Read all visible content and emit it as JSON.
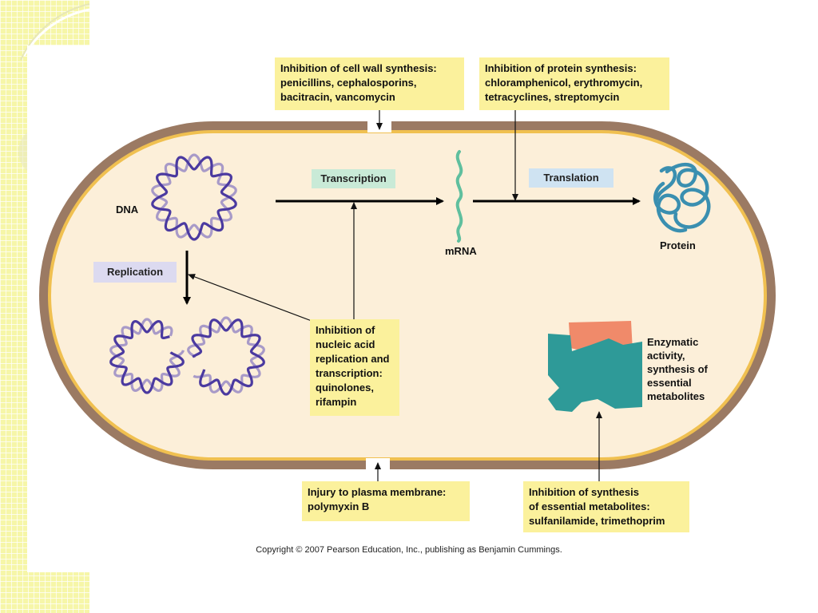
{
  "boxes": {
    "cell_wall": [
      "Inhibition of cell wall synthesis:",
      "penicillins, cephalosporins,",
      "bacitracin, vancomycin"
    ],
    "protein_synthesis": [
      "Inhibition of protein synthesis:",
      "chloramphenicol, erythromycin,",
      "tetracyclines, streptomycin"
    ],
    "nucleic_acid": [
      "Inhibition of",
      "nucleic acid",
      "replication and",
      "transcription:",
      "quinolones,",
      "rifampin"
    ],
    "plasma_membrane": [
      "Injury to plasma membrane:",
      "polymyxin B"
    ],
    "metabolites": [
      "Inhibition of synthesis",
      "of essential metabolites:",
      "sulfanilamide, trimethoprim"
    ]
  },
  "process_labels": {
    "transcription": "Transcription",
    "translation": "Translation",
    "replication": "Replication"
  },
  "molecule_labels": {
    "dna": "DNA",
    "mrna": "mRNA",
    "protein": "Protein",
    "enzymatic": [
      "Enzymatic",
      "activity,",
      "synthesis of",
      "essential",
      "metabolites"
    ]
  },
  "copyright": "Copyright © 2007 Pearson Education, Inc., publishing as Benjamin Cummings.",
  "colors": {
    "slide_accent": "#f5f59a",
    "cell_wall": "#9b7a63",
    "membrane": "#f0c050",
    "cytoplasm": "#fcefd9",
    "box_fill": "#fbf19c",
    "transcription_tag": "#c9ead7",
    "translation_tag": "#cfe3f2",
    "replication_tag": "#dcdaf0",
    "dna_dark": "#4b3aa0",
    "dna_light": "#a89ac8",
    "mrna": "#5fbf9e",
    "protein": "#3a8fb0",
    "enzyme": "#2e9a98",
    "substrate": "#f08a6a"
  }
}
